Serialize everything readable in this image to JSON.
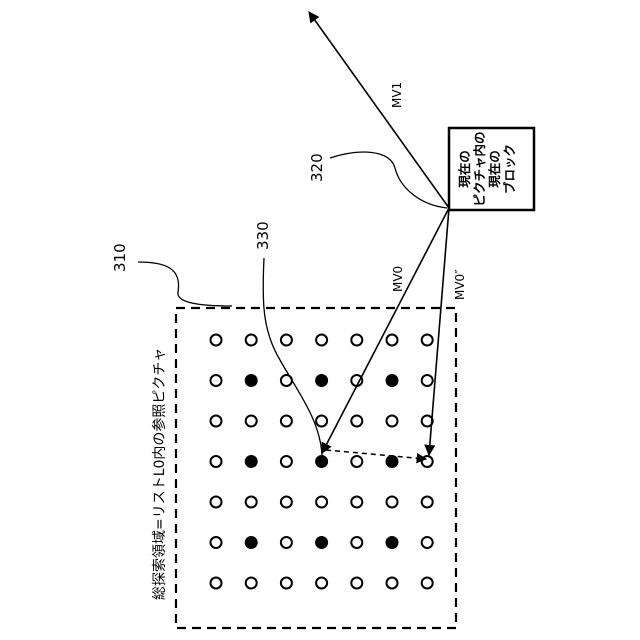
{
  "labels": {
    "ref_310": "310",
    "ref_320": "320",
    "ref_330": "330",
    "mv1": "MV1",
    "mv0": "MV0",
    "mv0_prime": "MV0″",
    "search_area_caption": "総探索領域=リストL0内の参照ピクチャ",
    "current_block_lines": [
      "現在の",
      "ピクチャ内の",
      "現在の",
      "ブロック"
    ]
  },
  "grid": {
    "rows": 7,
    "cols": 7,
    "filled_points": [
      [
        1,
        1
      ],
      [
        1,
        3
      ],
      [
        1,
        5
      ],
      [
        3,
        1
      ],
      [
        3,
        3
      ],
      [
        3,
        5
      ],
      [
        5,
        1
      ],
      [
        5,
        3
      ],
      [
        5,
        5
      ]
    ]
  },
  "colors": {
    "stroke": "#000000",
    "background": "#ffffff"
  }
}
